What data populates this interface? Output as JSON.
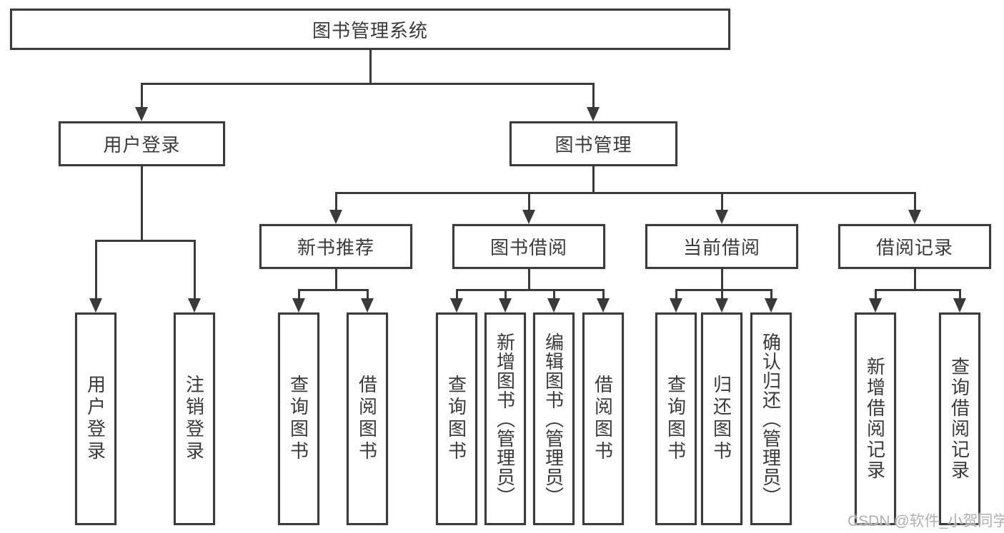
{
  "tree": {
    "label": "图书管理系统",
    "children": [
      {
        "label": "用户登录",
        "children": [
          {
            "label": "用户登录"
          },
          {
            "label": "注销登录"
          }
        ]
      },
      {
        "label": "图书管理",
        "children": [
          {
            "label": "新书推荐",
            "children": [
              {
                "label": "查询图书"
              },
              {
                "label": "借阅图书"
              }
            ]
          },
          {
            "label": "图书借阅",
            "children": [
              {
                "label": "查询图书"
              },
              {
                "label": "新增图书（管理员）"
              },
              {
                "label": "编辑图书（管理员）"
              },
              {
                "label": "借阅图书"
              }
            ]
          },
          {
            "label": "当前借阅",
            "children": [
              {
                "label": "查询图书"
              },
              {
                "label": "归还图书"
              },
              {
                "label": "确认归还（管理员）"
              }
            ]
          },
          {
            "label": "借阅记录",
            "children": [
              {
                "label": "新增借阅记录"
              },
              {
                "label": "查询借阅记录"
              }
            ]
          }
        ]
      }
    ]
  },
  "watermark": "CSDN @软件_小贺同学",
  "colors": {
    "line": "#3a3a3a",
    "text": "#3a3a3a",
    "background": "#ffffff",
    "watermark": "#969696"
  }
}
